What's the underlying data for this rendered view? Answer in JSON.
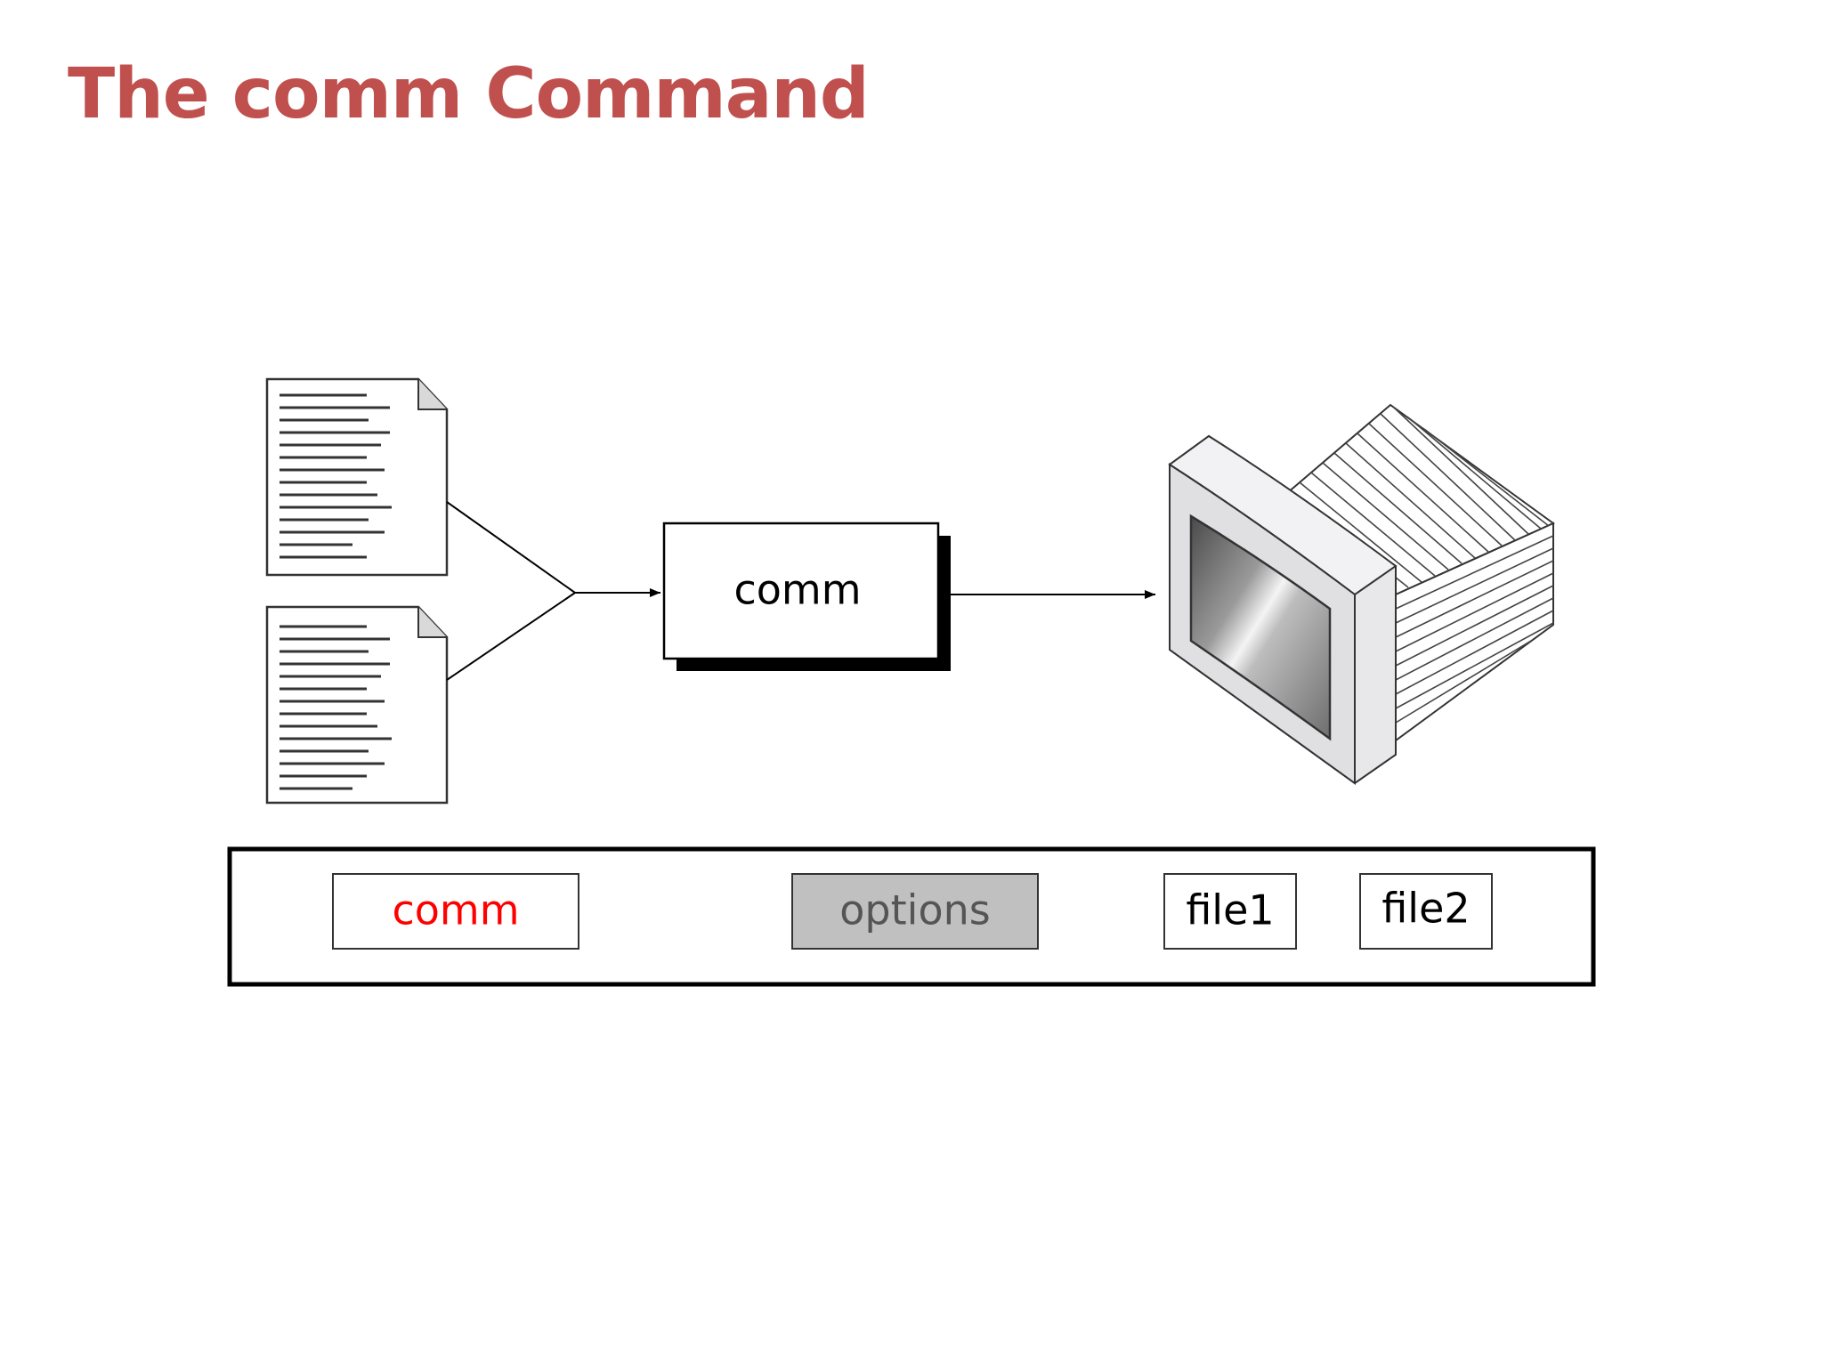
{
  "slide": {
    "title": "The comm Command"
  },
  "diagram": {
    "process_label": "comm",
    "input_files": [
      "input-file-1",
      "input-file-2"
    ],
    "output": "monitor-icon"
  },
  "syntax": {
    "command": "comm",
    "options": "options",
    "file1": "file1",
    "file2": "file2"
  },
  "colors": {
    "title": "#c0504d",
    "command_text": "#ff0000",
    "options_fill": "#c0c0c0",
    "options_text": "#555555"
  }
}
